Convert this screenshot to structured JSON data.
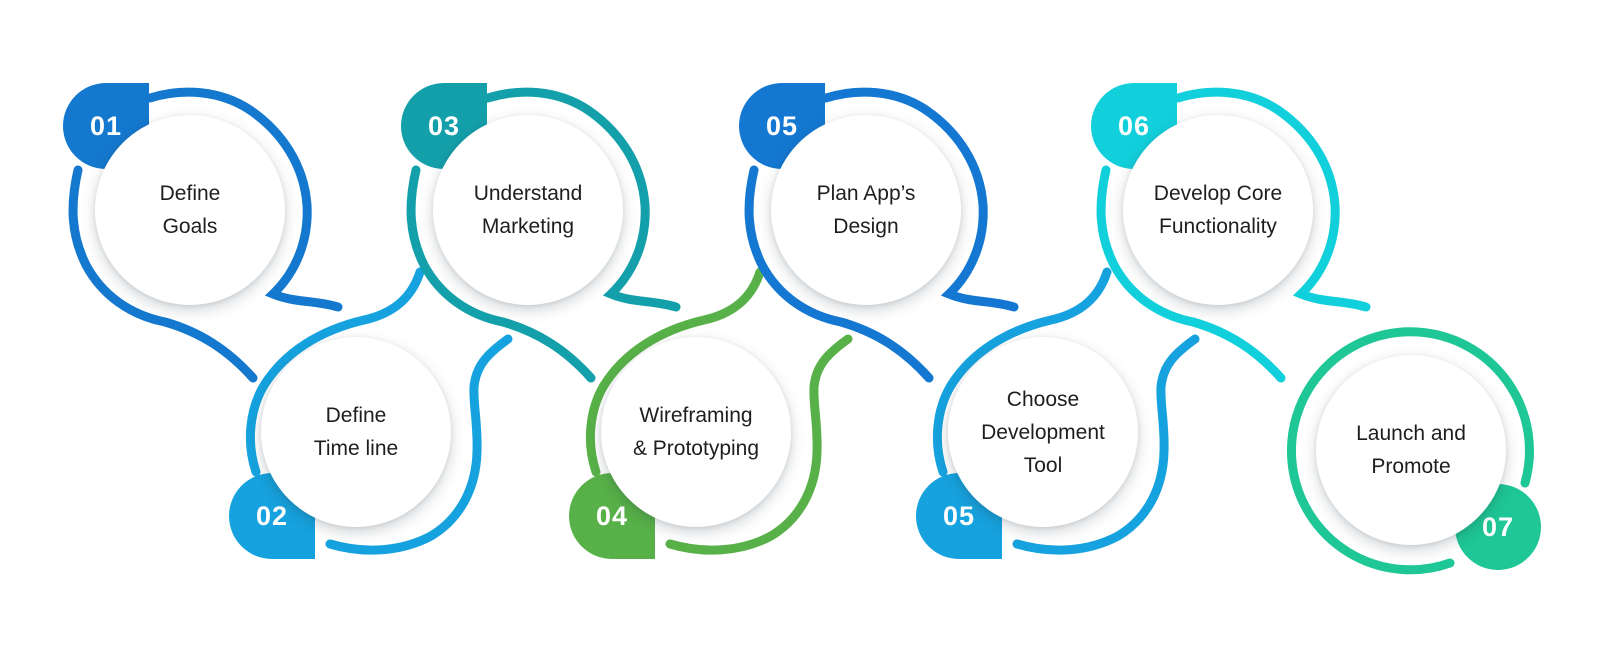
{
  "diagram": {
    "background": "#FFFFFF",
    "text_color": "#1E1E1E",
    "badge_text_color": "#FFFFFF",
    "steps": [
      {
        "number": "01",
        "title": "Define\nGoals",
        "color": "#1478CE"
      },
      {
        "number": "02",
        "title": "Define\nTime line",
        "color": "#16A2DE"
      },
      {
        "number": "03",
        "title": "Understand\nMarketing",
        "color": "#14A0AA"
      },
      {
        "number": "04",
        "title": "Wireframing\n& Prototyping",
        "color": "#58B148"
      },
      {
        "number": "05",
        "title": "Plan App’s\nDesign",
        "color": "#1478D2"
      },
      {
        "number": "05",
        "title": "Choose\nDevelopment\nTool",
        "color": "#16A2DE"
      },
      {
        "number": "06",
        "title": "Develop Core\nFunctionality",
        "color": "#12D0DB"
      },
      {
        "number": "07",
        "title": "Launch and\nPromote",
        "color": "#1EC795"
      }
    ]
  }
}
